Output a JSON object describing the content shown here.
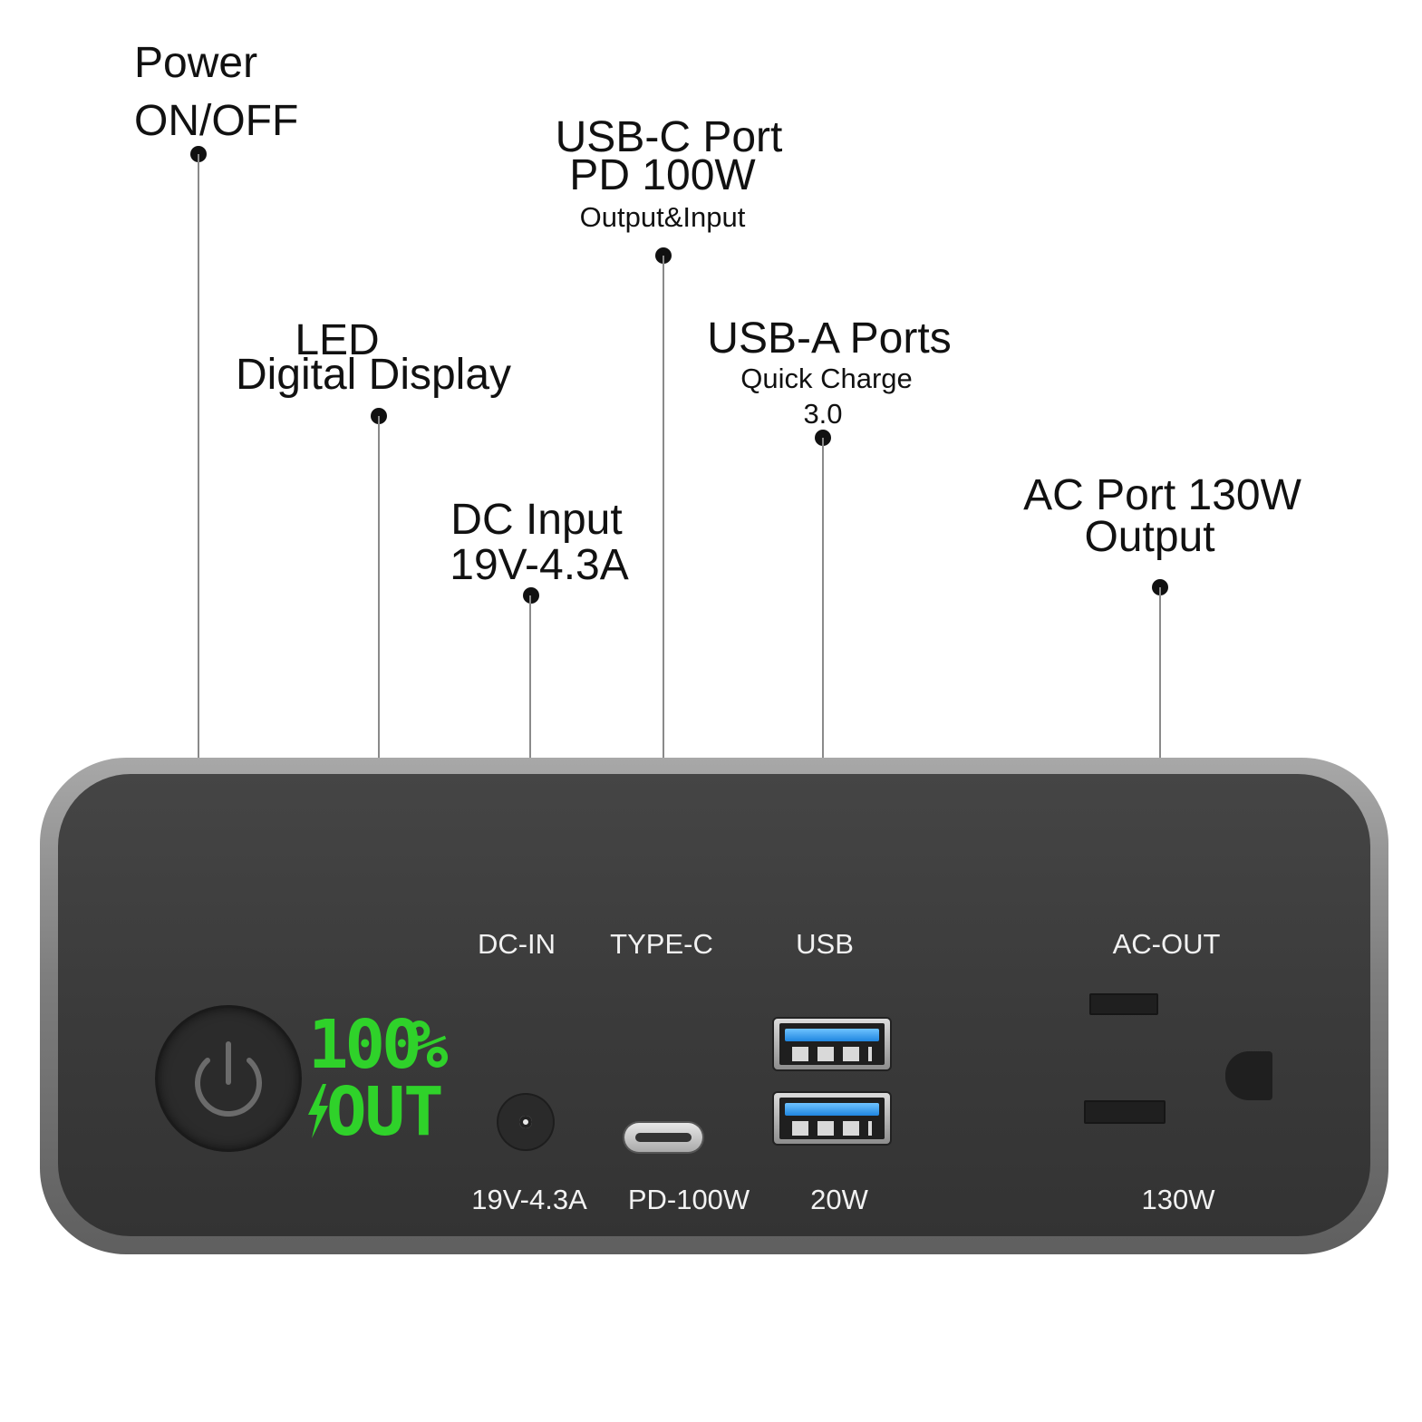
{
  "callouts": {
    "power": {
      "line1": "Power",
      "line2": "ON/OFF"
    },
    "led": {
      "line1": "LED",
      "line2": "Digital Display"
    },
    "dc_input": {
      "line1": "DC Input",
      "line2": "19V-4.3A"
    },
    "usb_c": {
      "line1": "USB-C Port",
      "line2": "PD 100W",
      "line3": "Output&Input"
    },
    "usb_a": {
      "line1": "USB-A Ports",
      "line2": "Quick Charge",
      "line3": "3.0"
    },
    "ac": {
      "line1": "AC Port 130W",
      "line2": "Output"
    }
  },
  "panel": {
    "labels_top": {
      "dc_in": "DC-IN",
      "type_c": "TYPE-C",
      "usb": "USB",
      "ac_out": "AC-OUT"
    },
    "labels_bottom": {
      "dc_in": "19V-4.3A",
      "type_c": "PD-100W",
      "usb": "20W",
      "ac_out": "130W"
    },
    "display": {
      "percent": "100",
      "percent_sign": "%",
      "mode": "OUT"
    }
  },
  "colors": {
    "lcd_green": "#2fd22a",
    "usb_blue": "#1f86e0",
    "panel_dark": "#3b3b3b",
    "frame_gray": "#7d7d7d"
  },
  "icons": [
    "power-icon",
    "lightning-icon"
  ]
}
